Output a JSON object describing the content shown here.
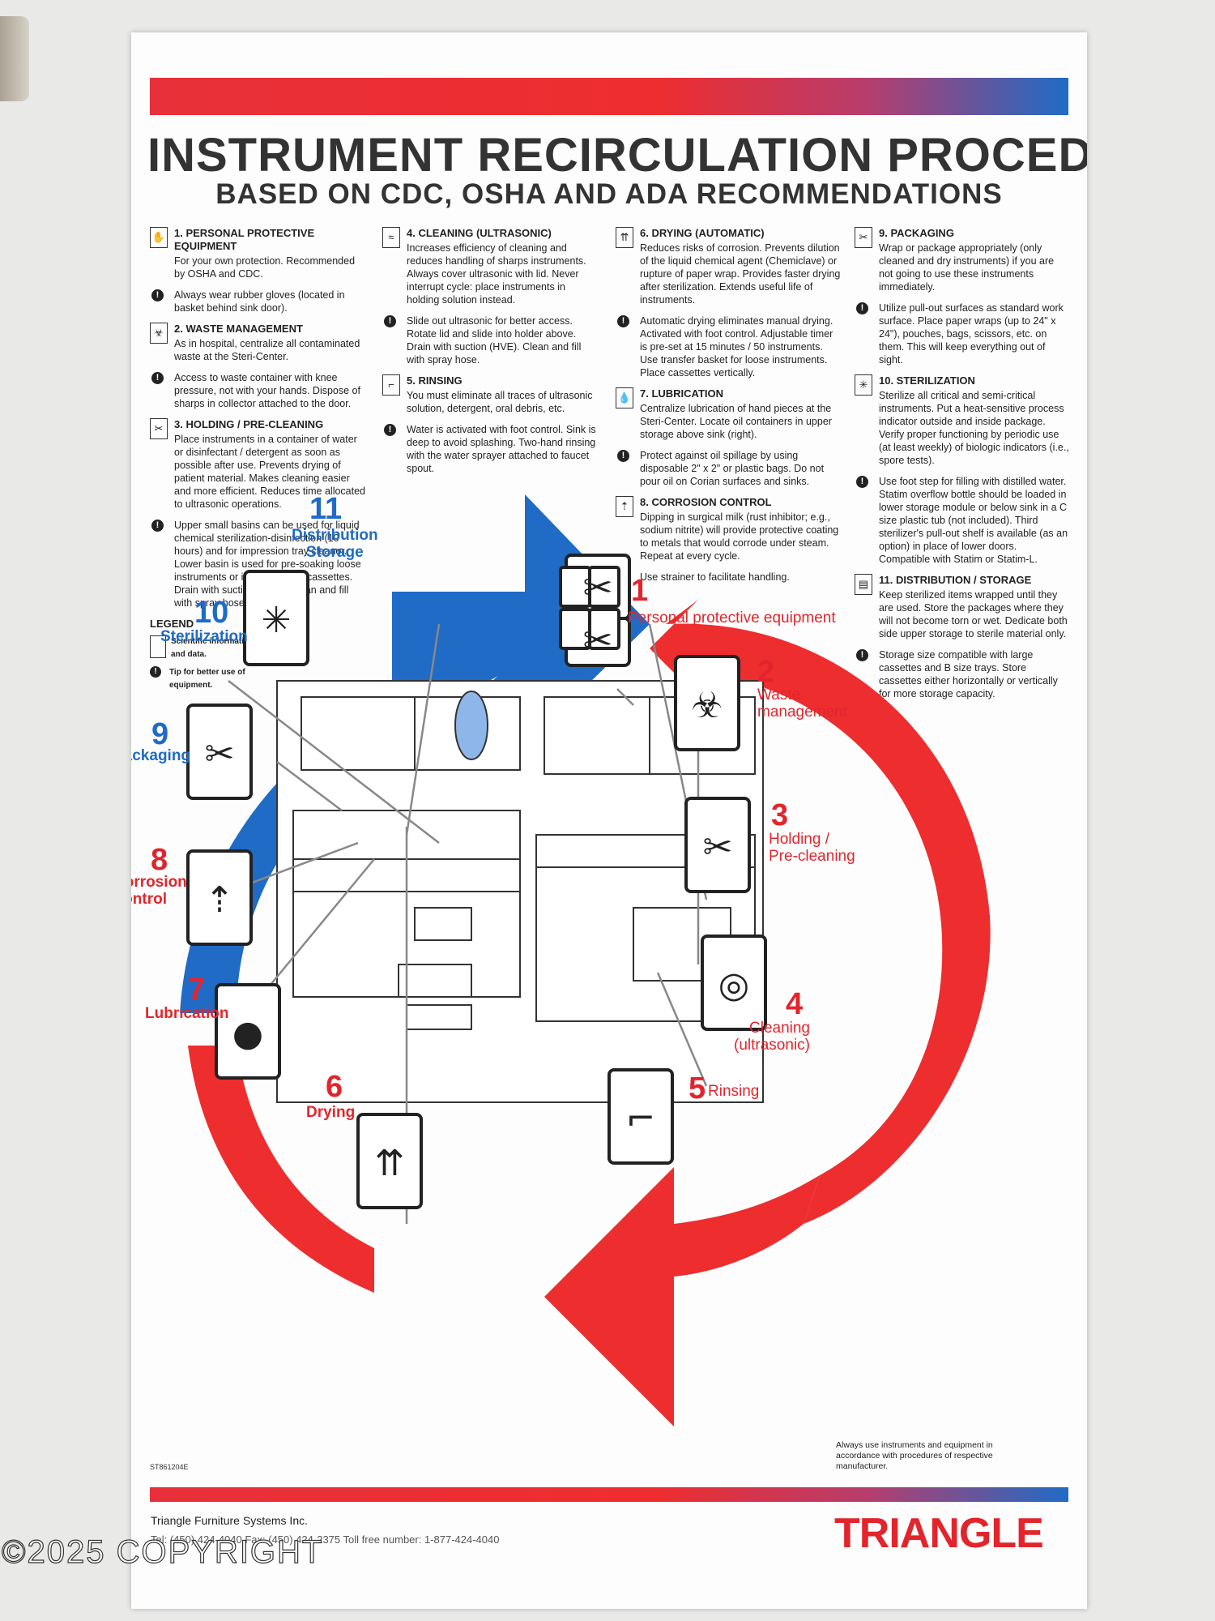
{
  "header": {
    "title": "INSTRUMENT RECIRCULATION PROCEDURE",
    "subtitle": "BASED ON CDC, OSHA AND ADA RECOMMENDATIONS"
  },
  "col1": {
    "s1_title": "1. PERSONAL PROTECTIVE EQUIPMENT",
    "s1_text": "For your own protection. Recommended by OSHA and CDC.",
    "s1_tip": "Always wear rubber gloves (located in basket behind sink door).",
    "s2_title": "2. WASTE MANAGEMENT",
    "s2_text": "As in hospital, centralize all contaminated waste at the Steri-Center.",
    "s2_tip": "Access to waste container with knee pressure, not with your hands. Dispose of sharps in collector attached to the door.",
    "s3_title": "3. HOLDING / PRE-CLEANING",
    "s3_text": "Place instruments in a container of water or disinfectant / detergent as soon as possible after use. Prevents drying of patient material. Makes cleaning easier and more efficient. Reduces time allocated to ultrasonic operations.",
    "s3_tip": "Upper small basins can be used for liquid chemical sterilization-disinfection (10 hours) and for impression tray cleaner. Lower basin is used for pre-soaking loose instruments or instruments in cassettes. Drain with suction (HVE). Clean and fill with spray hose.",
    "legend_title": "LEGEND",
    "legend_info": "Scientific information and data.",
    "legend_tip": "Tip for better use of equipment."
  },
  "col2": {
    "s4_title": "4. CLEANING (ULTRASONIC)",
    "s4_text": "Increases efficiency of cleaning and reduces handling of sharps instruments. Always cover ultrasonic with lid. Never interrupt cycle: place instruments in holding solution instead.",
    "s4_tip": "Slide out ultrasonic for better access. Rotate lid and slide into holder above. Drain with suction (HVE). Clean and fill with spray hose.",
    "s5_title": "5. RINSING",
    "s5_text": "You must eliminate all traces of ultrasonic solution, detergent, oral debris, etc.",
    "s5_tip": "Water is activated with foot control. Sink is deep to avoid splashing. Two-hand rinsing with the water sprayer attached to faucet spout."
  },
  "col3": {
    "s6_title": "6. DRYING (AUTOMATIC)",
    "s6_text": "Reduces risks of corrosion. Prevents dilution of the liquid chemical agent (Chemiclave) or rupture of paper wrap. Provides faster drying after sterilization. Extends useful life of instruments.",
    "s6_tip": "Automatic drying eliminates manual drying. Activated with foot control. Adjustable timer is pre-set at 15 minutes / 50 instruments. Use transfer basket for loose instruments. Place cassettes vertically.",
    "s7_title": "7. LUBRICATION",
    "s7_text": "Centralize lubrication of hand pieces at the Steri-Center. Locate oil containers in upper storage above sink (right).",
    "s7_tip": "Protect against oil spillage by using disposable 2\" x 2\" or plastic bags. Do not pour oil on Corian surfaces and sinks.",
    "s8_title": "8. CORROSION CONTROL",
    "s8_text": "Dipping in surgical milk (rust inhibitor; e.g., sodium nitrite) will provide protective coating to metals that would corrode under steam. Repeat at every cycle.",
    "s8_tip": "Use strainer to facilitate handling."
  },
  "col4": {
    "s9_title": "9. PACKAGING",
    "s9_text": "Wrap or package appropriately (only cleaned and dry instruments) if you are not going to use these instruments immediately.",
    "s9_tip": "Utilize pull-out surfaces as standard work surface. Place paper wraps (up to 24\" x 24\"), pouches, bags, scissors, etc. on them. This will keep everything out of sight.",
    "s10_title": "10. STERILIZATION",
    "s10_text": "Sterilize all critical and semi-critical instruments. Put a heat-sensitive process indicator outside and inside package. Verify proper functioning by periodic use (at least weekly) of biologic indicators (i.e., spore tests).",
    "s10_tip": "Use foot step for filling with distilled water. Statim overflow bottle should be loaded in lower storage module or below sink in a C size plastic tub (not included). Third sterilizer's pull-out shelf is available (as an option) in place of lower doors. Compatible with Statim or Statim-L.",
    "s11_title": "11. DISTRIBUTION / STORAGE",
    "s11_text": "Keep sterilized items wrapped until they are used. Store the packages where they will not become torn or wet. Dedicate both side upper storage to sterile material only.",
    "s11_tip": "Storage size compatible with large cassettes and B size trays. Store cassettes either horizontally or vertically for more storage capacity."
  },
  "stages": {
    "n1": "1",
    "l1": "Personal protective equipment",
    "n2": "2",
    "l2a": "Waste",
    "l2b": "management",
    "n3": "3",
    "l3a": "Holding /",
    "l3b": "Pre-cleaning",
    "n4": "4",
    "l4a": "Cleaning",
    "l4b": "(ultrasonic)",
    "n5": "5",
    "l5": "Rinsing",
    "n6": "6",
    "l6": "Drying",
    "n7": "7",
    "l7": "Lubrication",
    "n8": "8",
    "l8a": "Corrosion",
    "l8b": "control",
    "n9": "9",
    "l9": "Packaging",
    "n10": "10",
    "l10": "Sterilization",
    "n11": "11",
    "l11a": "Distribution",
    "l11b": "Storage"
  },
  "footer": {
    "note": "Always use instruments and equipment in accordance with procedures of respective manufacturer.",
    "code": "ST861204E",
    "company": "Triangle Furniture Systems Inc.",
    "contact": "Tel: (450) 424-4040   Fax: (450) 424-2375   Toll free number: 1-877-424-4040",
    "brand": "TRIANGLE",
    "watermark": "©2025 COPYRIGHT"
  },
  "colors": {
    "red": "#e2252c",
    "blue": "#1f6bc6"
  }
}
